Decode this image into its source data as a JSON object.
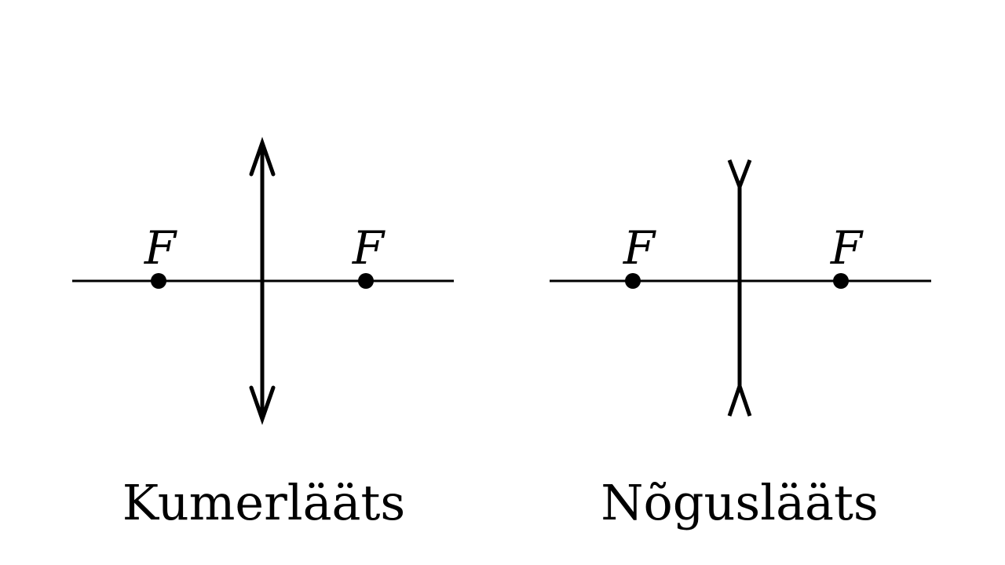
{
  "colors": {
    "background": "#ffffff",
    "ink": "#000000"
  },
  "lenses": [
    {
      "kind": "convex",
      "caption": "Kumerlääts",
      "focus_labels": [
        "F",
        "F"
      ],
      "arrow_heads": "outward-arrow-icon"
    },
    {
      "kind": "concave",
      "caption": "Nõguslääts",
      "focus_labels": [
        "F",
        "F"
      ],
      "arrow_heads": "inward-fork-icon"
    }
  ]
}
